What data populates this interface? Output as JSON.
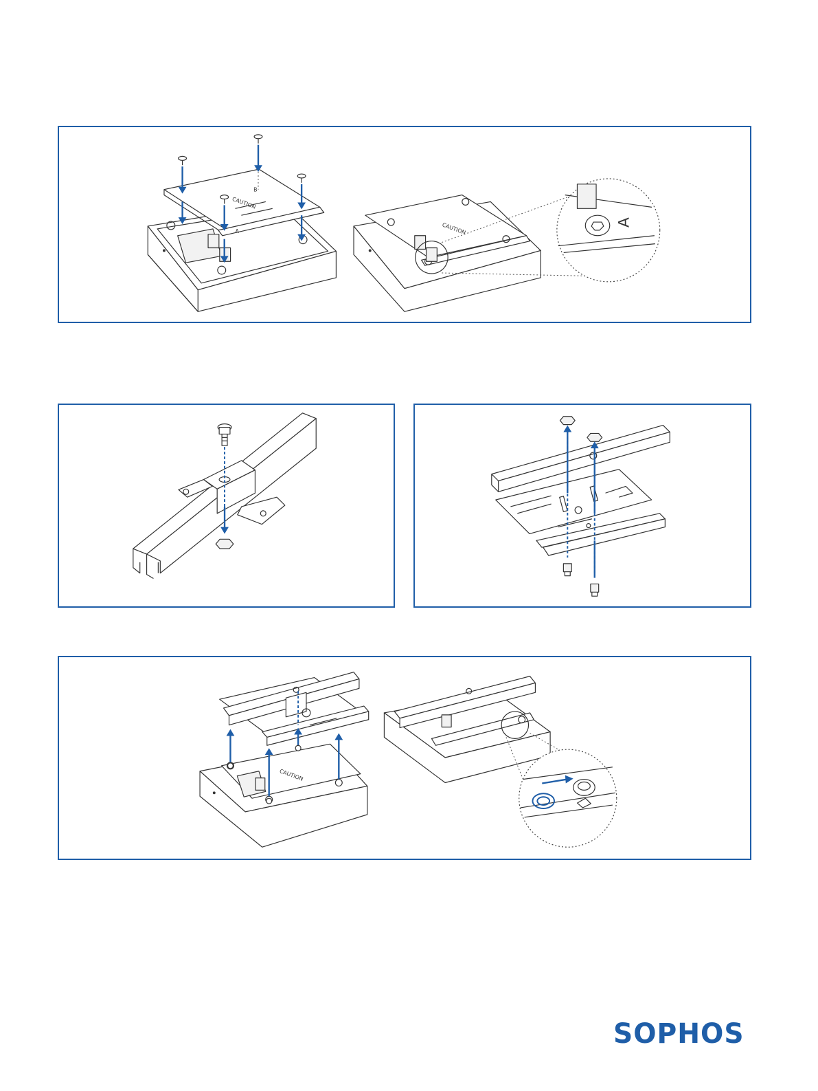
{
  "figures": [
    {
      "id": "panel-1",
      "stamp_letter": "A",
      "label_b": "B"
    },
    {
      "id": "panel-2"
    },
    {
      "id": "panel-3"
    },
    {
      "id": "panel-4"
    }
  ],
  "logo": {
    "text": "SOPHOS",
    "color": "#1f5ea8"
  },
  "colors": {
    "frame": "#1f5ea8",
    "arrow": "#1f5ea8",
    "line": "#333333"
  }
}
